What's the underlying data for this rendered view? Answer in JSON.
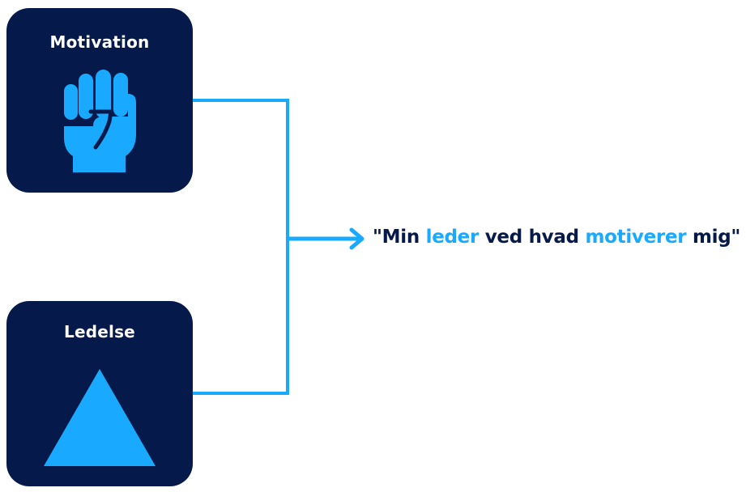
{
  "colors": {
    "card_bg": "#051a4a",
    "accent": "#19aaff",
    "text_dark": "#051a4a",
    "text_light": "#ffffff"
  },
  "cards": [
    {
      "title": "Motivation",
      "icon": "fist-icon"
    },
    {
      "title": "Ledelse",
      "icon": "triangle-icon"
    }
  ],
  "quote": {
    "parts": [
      {
        "text": "\"Min ",
        "highlight": false
      },
      {
        "text": "leder",
        "highlight": true
      },
      {
        "text": " ved hvad ",
        "highlight": false
      },
      {
        "text": "motiverer",
        "highlight": true
      },
      {
        "text": " mig\"",
        "highlight": false
      }
    ]
  }
}
